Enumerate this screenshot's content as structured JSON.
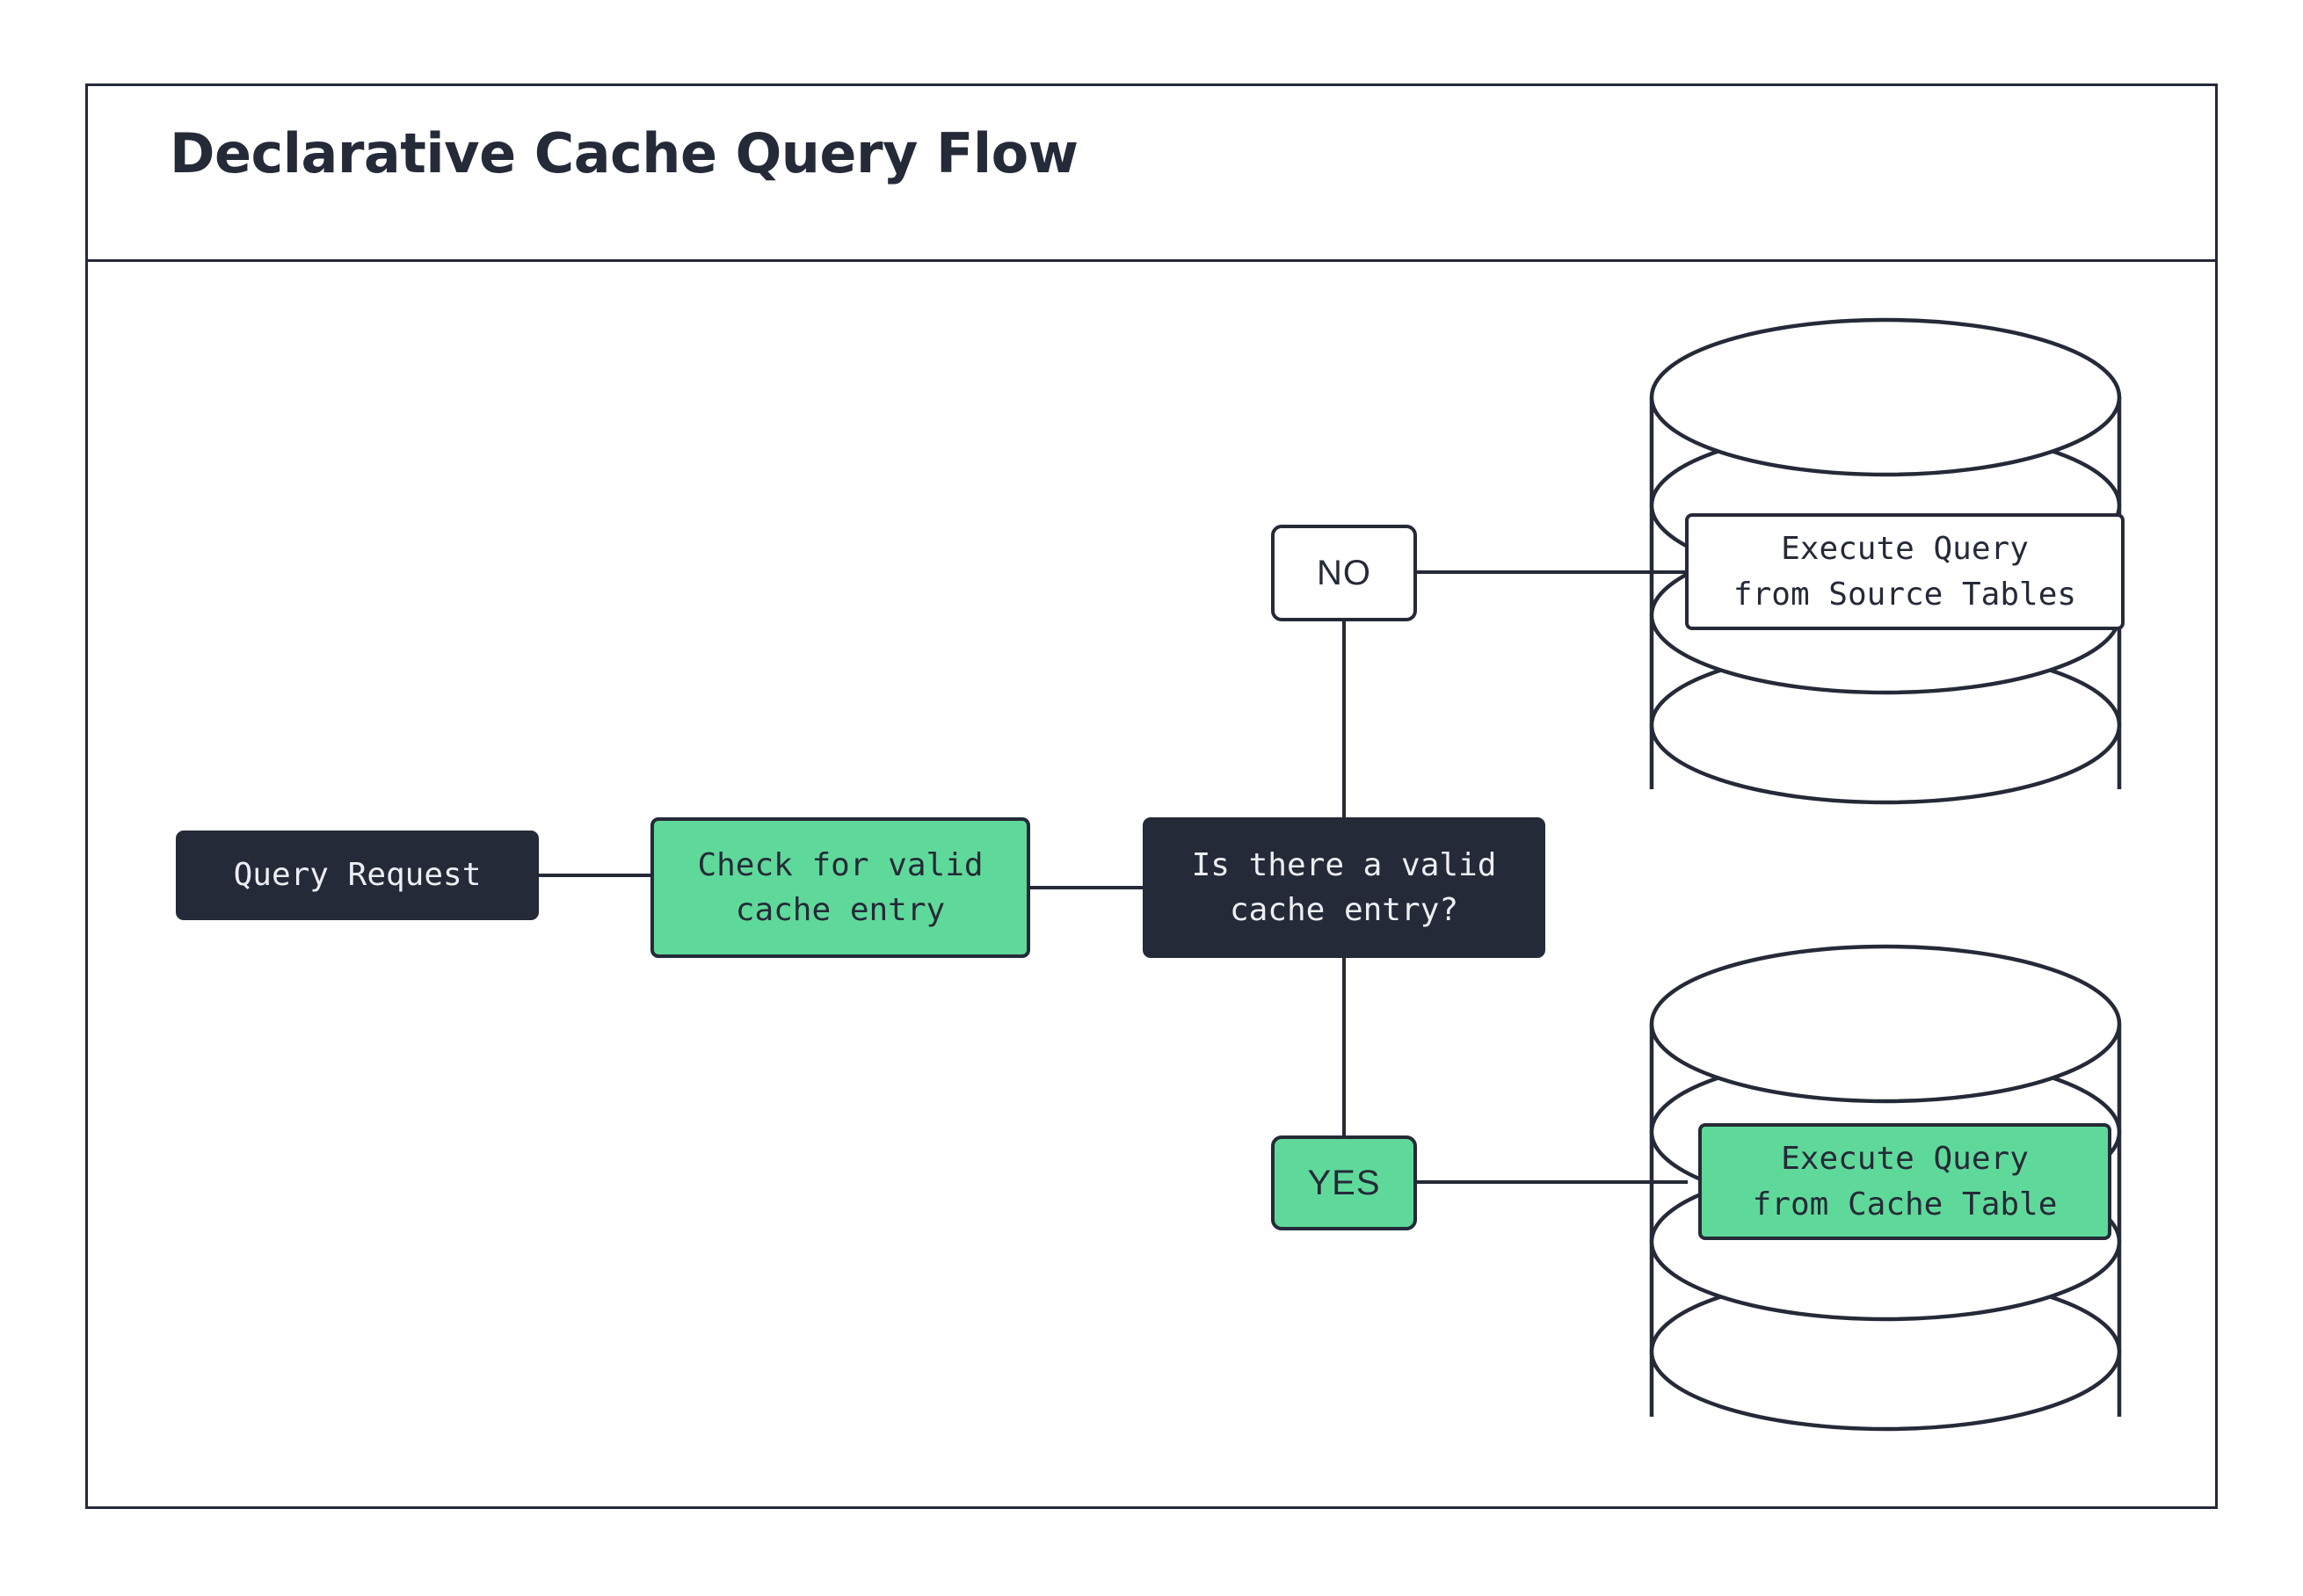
{
  "header": {
    "title": "Declarative Cache Query Flow"
  },
  "colors": {
    "ink": "#252a38",
    "green": "#5fd99a",
    "paper": "#ffffff"
  },
  "flow": {
    "nodes": [
      {
        "id": "query-request",
        "label": "Query Request",
        "style": "dark"
      },
      {
        "id": "check-cache",
        "label": "Check for valid\ncache entry",
        "style": "green"
      },
      {
        "id": "decision",
        "label": "Is there a valid\ncache entry?",
        "style": "dark"
      },
      {
        "id": "source-tables",
        "label": "Execute Query\nfrom Source Tables",
        "style": "white"
      },
      {
        "id": "cache-table",
        "label": "Execute Query\nfrom Cache Table",
        "style": "green"
      }
    ],
    "branches": [
      {
        "id": "no",
        "label": "NO",
        "style": "white"
      },
      {
        "id": "yes",
        "label": "YES",
        "style": "green"
      }
    ],
    "databases": [
      {
        "id": "source-db",
        "disks": 3
      },
      {
        "id": "cache-db",
        "disks": 3
      }
    ]
  }
}
